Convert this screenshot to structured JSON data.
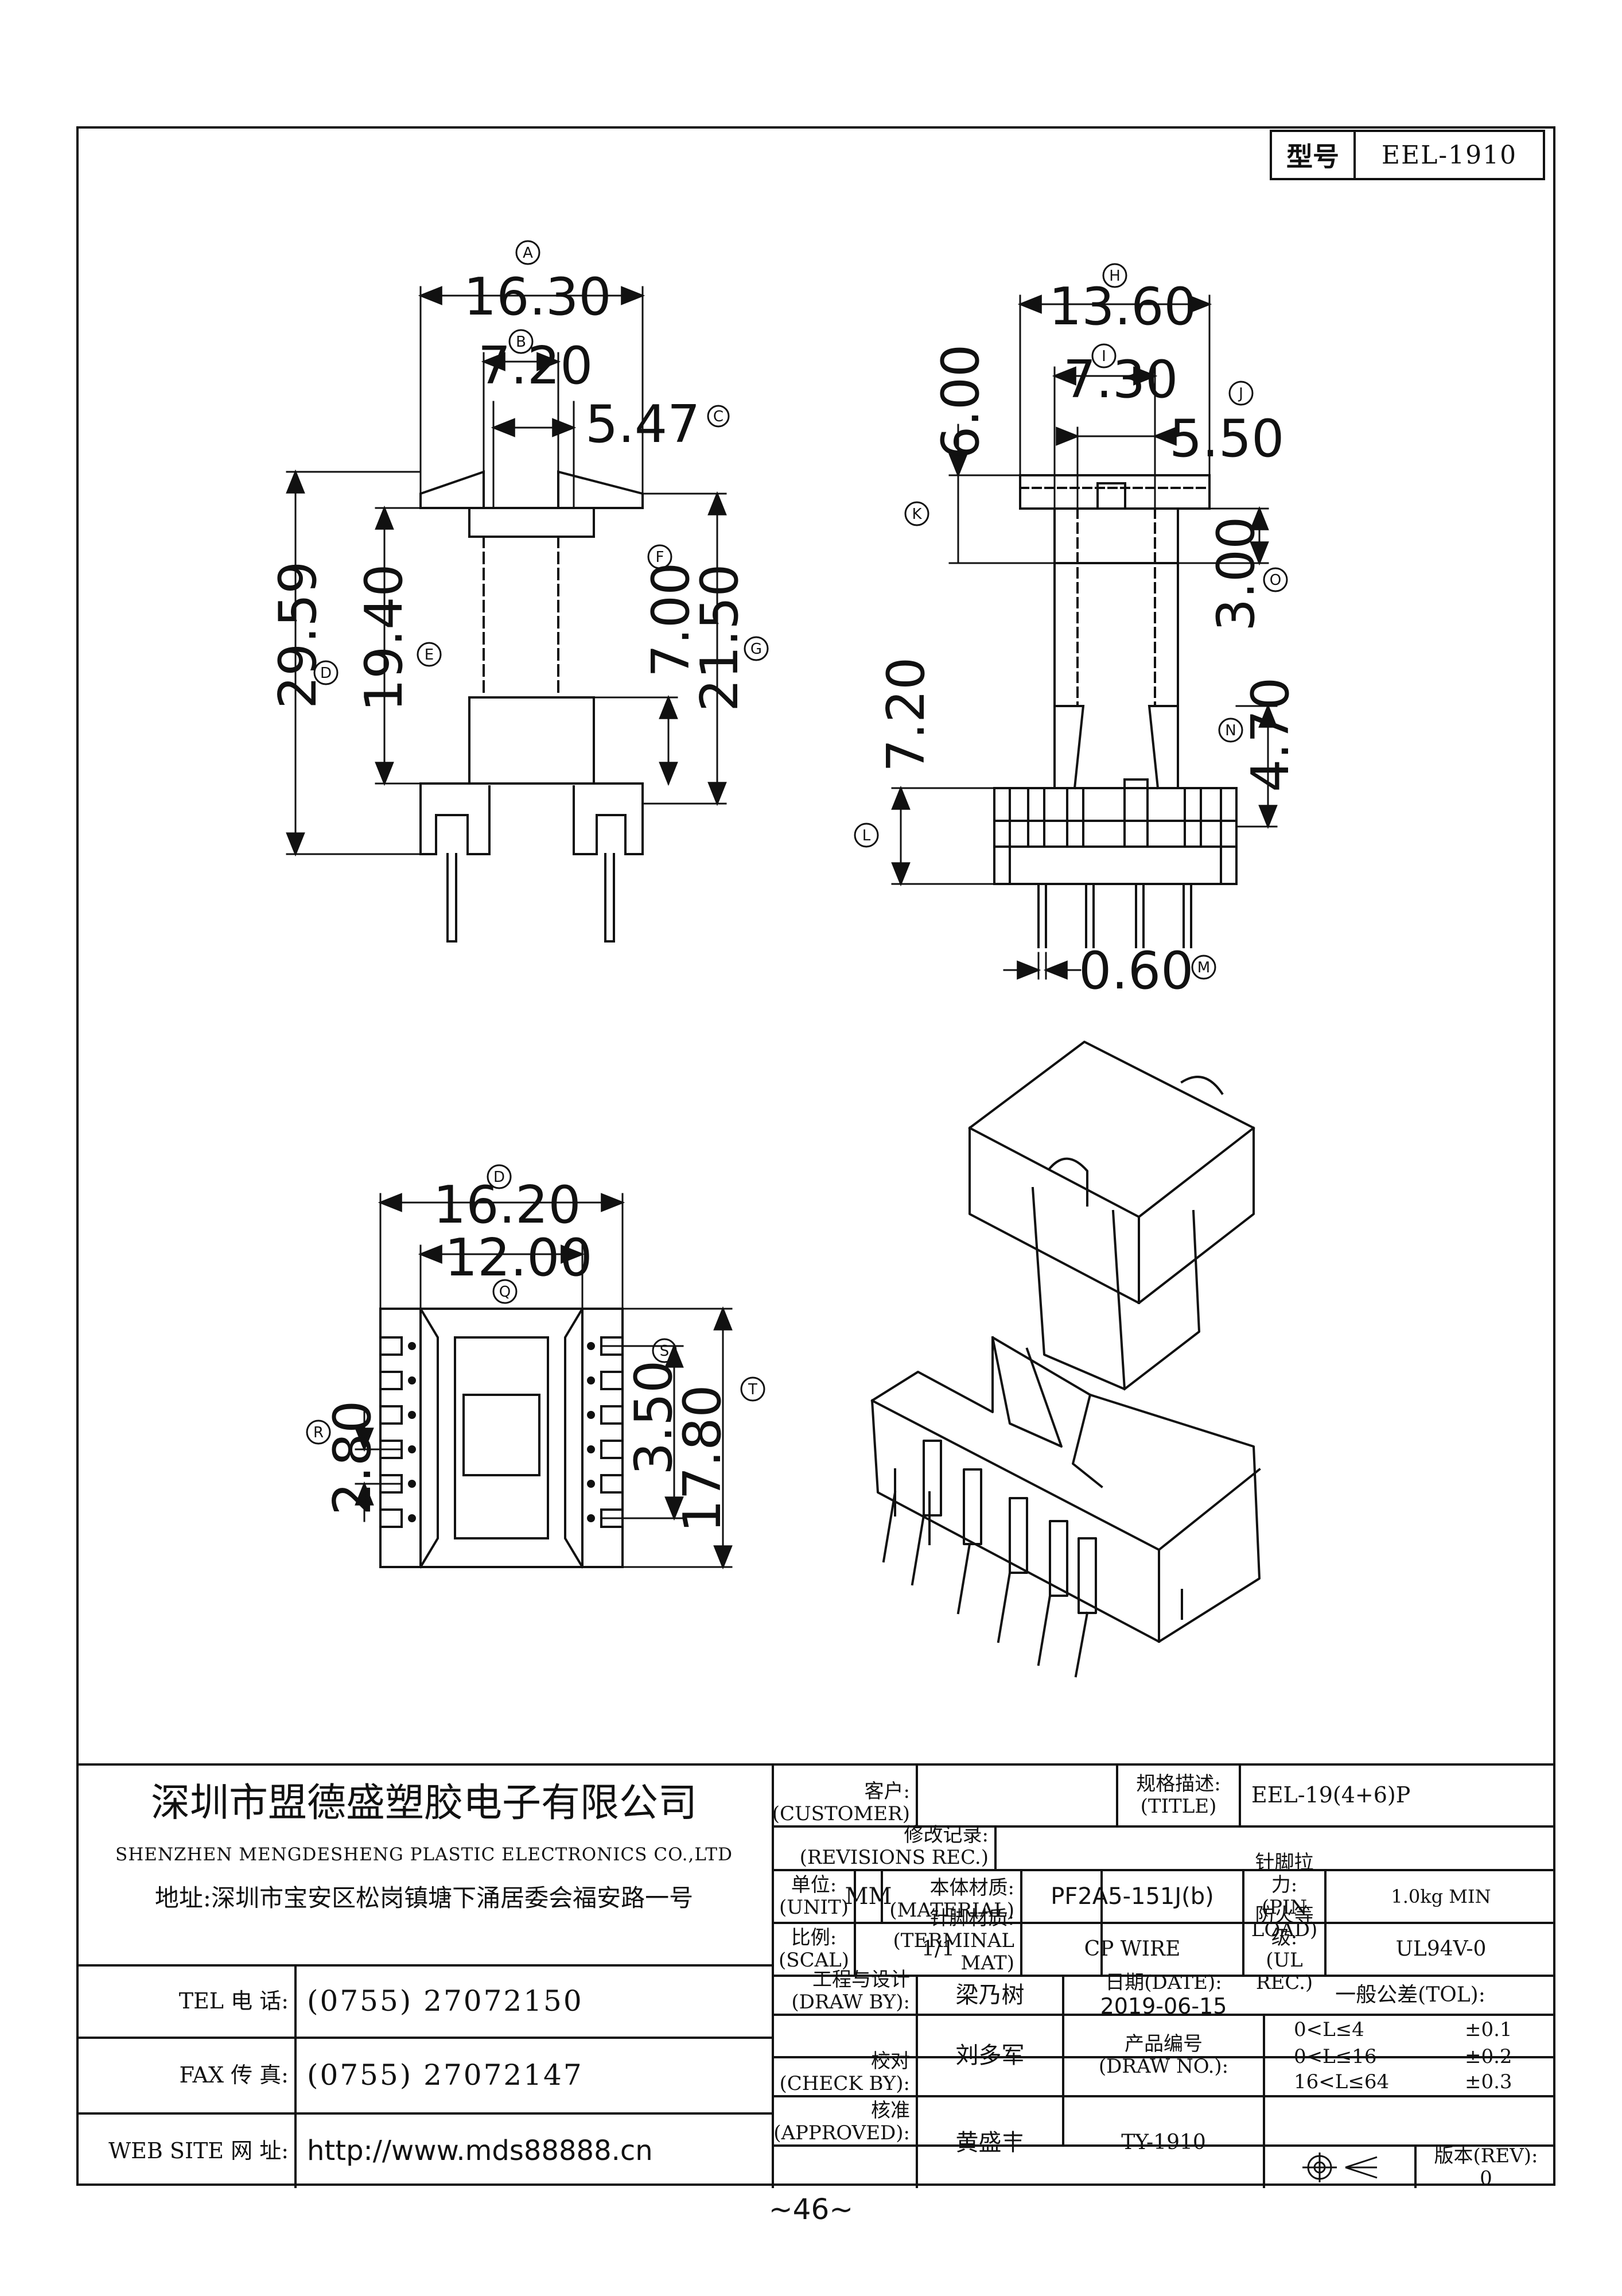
{
  "header": {
    "model_label": "型号",
    "model_value": "EEL-1910"
  },
  "front_view": {
    "dim_a": "16.30",
    "dim_b": "7.20",
    "dim_c": "5.47",
    "dim_d": "29.59",
    "dim_e": "19.40",
    "dim_f": "7.00",
    "dim_g": "21.50",
    "tag_a": "A",
    "tag_b": "B",
    "tag_c": "C",
    "tag_d": "D",
    "tag_e": "E",
    "tag_f": "F",
    "tag_g": "G"
  },
  "side_view": {
    "dim_h": "13.60",
    "dim_i": "7.30",
    "dim_j": "5.50",
    "dim_k": "6.00",
    "dim_o": "3.00",
    "dim_l": "7.20",
    "dim_n": "4.70",
    "dim_m": "0.60",
    "tag_h": "H",
    "tag_i": "I",
    "tag_j": "J",
    "tag_k": "K",
    "tag_o": "O",
    "tag_l": "L",
    "tag_n": "N",
    "tag_m": "M"
  },
  "bottom_view": {
    "dim_d": "16.20",
    "dim_q": "12.00",
    "dim_r": "2.80",
    "dim_s": "3.50",
    "dim_t": "17.80",
    "tag_d": "D",
    "tag_q": "Q",
    "tag_r": "R",
    "tag_s": "S",
    "tag_t": "T"
  },
  "company": {
    "name_cn": "深圳市盟德盛塑胶电子有限公司",
    "name_en": "SHENZHEN MENGDESHENG PLASTIC ELECTRONICS CO.,LTD",
    "address": "地址:深圳市宝安区松岗镇塘下涌居委会福安路一号",
    "tel_label": "TEL 电 话:",
    "tel_value": "(0755) 27072150",
    "fax_label": "FAX 传 真:",
    "fax_value": "(0755) 27072147",
    "web_label": "WEB SITE 网 址:",
    "web_value": "http://www.mds88888.cn"
  },
  "title_block": {
    "customer_cn": "客户:",
    "customer_en": "(CUSTOMER)",
    "customer_value": "",
    "title_cn": "规格描述:",
    "title_en": "(TITLE)",
    "title_value": "EEL-19(4+6)P",
    "rev_rec_cn": "修改记录:",
    "rev_rec_en": "(REVISIONS REC.)",
    "rev_rec_value": "",
    "unit_cn": "单位:",
    "unit_en": "(UNIT)",
    "unit_value": "MM",
    "material_cn": "本体材质:",
    "material_en": "(MATERIAL)",
    "material_value": "PF2A5-151J(b)",
    "pin_load_cn": "针脚拉力:",
    "pin_load_en": "(PIN LOAD)",
    "pin_load_value": "1.0kg MIN",
    "scale_cn": "比例:",
    "scale_en": "(SCAL)",
    "scale_value": "1/1",
    "terminal_cn": "针脚材质:",
    "terminal_en": "(TERMINAL MAT)",
    "terminal_value": "CP WIRE",
    "ul_cn": "防火等级:",
    "ul_en": "(UL REC.)",
    "ul_value": "UL94V-0",
    "draw_cn": "工程与设计",
    "draw_en": "(DRAW BY):",
    "draw_value": "梁乃树",
    "date_cn": "日期(DATE):",
    "date_value": "2019-06-15",
    "check_cn": "校对",
    "check_en": "(CHECK BY):",
    "check_value": "刘多军",
    "drawno_cn": "产品编号",
    "drawno_en": "(DRAW NO.):",
    "drawno_value": "TY-1910",
    "approved_cn": "核准",
    "approved_en": "(APPROVED):",
    "approved_value": "黄盛丰",
    "tol_title": "一般公差(TOL):",
    "tol_rows": [
      {
        "range": "0<L≤4",
        "value": "±0.1"
      },
      {
        "range": "0<L≤16",
        "value": "±0.2"
      },
      {
        "range": "16<L≤64",
        "value": "±0.3"
      }
    ],
    "rev_cn": "版本(REV):",
    "rev_value": "0"
  },
  "page_number": "~46~"
}
